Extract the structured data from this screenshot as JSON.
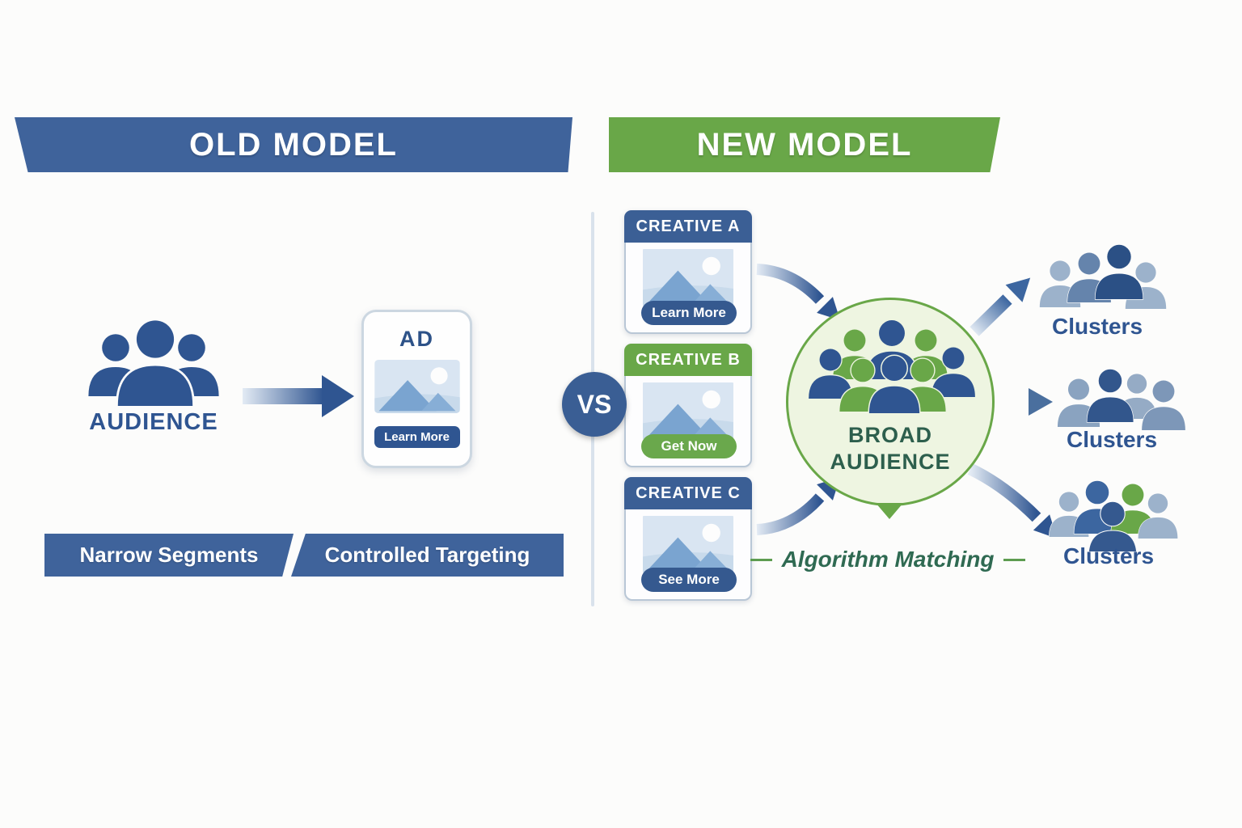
{
  "palette": {
    "blue_banner": "#3f639b",
    "blue_dark": "#2f5591",
    "blue_header": "#3b5f95",
    "navy": "#2b5085",
    "steel_light": "#9cb2cb",
    "green": "#69a748",
    "green_button": "#6aa84c",
    "green_circle_fill": "#eef5e1",
    "green_text_dark": "#2d5f4d",
    "divider": "#d9e2ec"
  },
  "old_model": {
    "banner_label": "OLD MODEL",
    "audience_label": "AUDIENCE",
    "ad_card": {
      "title": "AD",
      "button_label": "Learn More"
    },
    "tag_left": "Narrow Segments",
    "tag_right": "Controlled Targeting"
  },
  "vs_label": "VS",
  "new_model": {
    "banner_label": "NEW MODEL",
    "creatives": [
      {
        "title": "CREATIVE A",
        "button_label": "Learn More"
      },
      {
        "title": "CREATIVE B",
        "button_label": "Get Now"
      },
      {
        "title": "CREATIVE C",
        "button_label": "See More"
      }
    ],
    "broad_audience_line1": "BROAD",
    "broad_audience_line2": "AUDIENCE",
    "algorithm_label": "Algorithm Matching",
    "clusters": [
      {
        "label": "Clusters"
      },
      {
        "label": "Clusters"
      },
      {
        "label": "Clusters"
      }
    ]
  }
}
